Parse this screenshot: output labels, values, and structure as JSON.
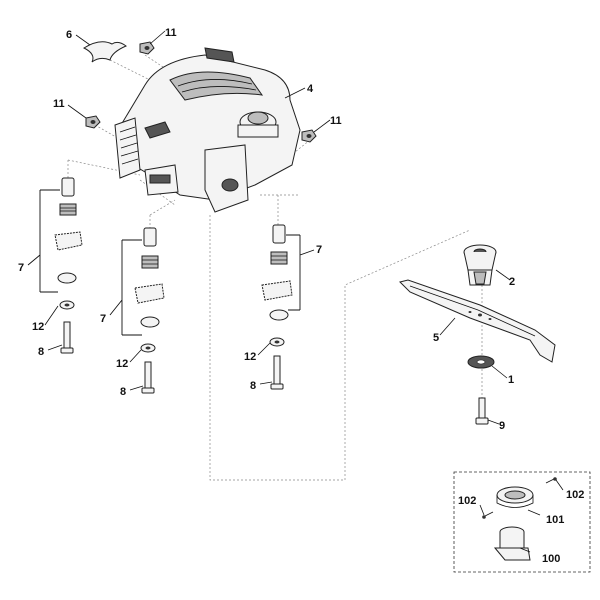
{
  "callouts": {
    "c1": "1",
    "c2": "2",
    "c4": "4",
    "c5": "5",
    "c6": "6",
    "c7a": "7",
    "c7b": "7",
    "c7c": "7",
    "c8a": "8",
    "c8b": "8",
    "c8c": "8",
    "c9": "9",
    "c11a": "11",
    "c11b": "11",
    "c11c": "11",
    "c12a": "12",
    "c12b": "12",
    "c12c": "12",
    "c100": "100",
    "c101": "101",
    "c102a": "102",
    "c102b": "102"
  }
}
